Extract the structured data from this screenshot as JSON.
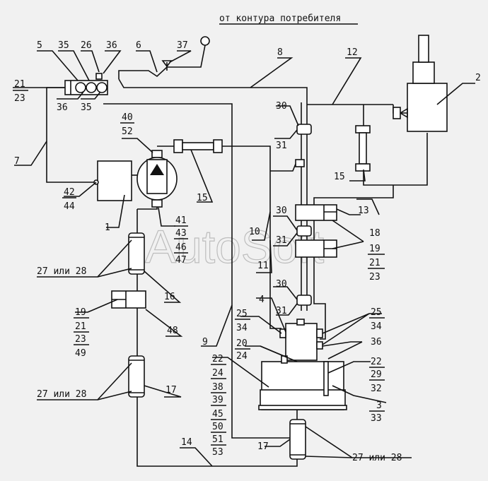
{
  "header": {
    "source_text": "от контура потребителя"
  },
  "watermark": "AutoSoft",
  "callouts": {
    "n1": "1",
    "n2": "2",
    "n3": "3",
    "n4": "4",
    "n5": "5",
    "n6": "6",
    "n7": "7",
    "n8": "8",
    "n9": "9",
    "n10": "10",
    "n11": "11",
    "n12": "12",
    "n13": "13",
    "n14": "14",
    "n15a": "15",
    "n15b": "15",
    "n16": "16",
    "n17a": "17",
    "n17b": "17",
    "n18": "18",
    "n19a": "19",
    "n19b": "19",
    "n20": "20",
    "n21a": "21",
    "n21b": "21",
    "n21c": "21",
    "n22a": "22",
    "n22b": "22",
    "n23a": "23",
    "n23b": "23",
    "n23c": "23",
    "n24a": "24",
    "n24b": "24",
    "n25a": "25",
    "n25b": "25",
    "n26": "26",
    "n27a": "27 или 28",
    "n27b": "27 или 28",
    "n27c": "27 или 28",
    "n29": "29",
    "n30a": "30",
    "n30b": "30",
    "n30c": "30",
    "n31a": "31",
    "n31b": "31",
    "n31c": "31",
    "n32": "32",
    "n33": "33",
    "n34a": "34",
    "n34b": "34",
    "n35a": "35",
    "n35b": "35",
    "n36a": "36",
    "n36b": "36",
    "n36c": "36",
    "n37": "37",
    "n38": "38",
    "n39": "39",
    "n40": "40",
    "n41": "41",
    "n42": "42",
    "n43": "43",
    "n44": "44",
    "n45": "45",
    "n46": "46",
    "n47": "47",
    "n48": "48",
    "n49": "49",
    "n50": "50",
    "n51": "51",
    "n52": "52",
    "n53": "53"
  }
}
